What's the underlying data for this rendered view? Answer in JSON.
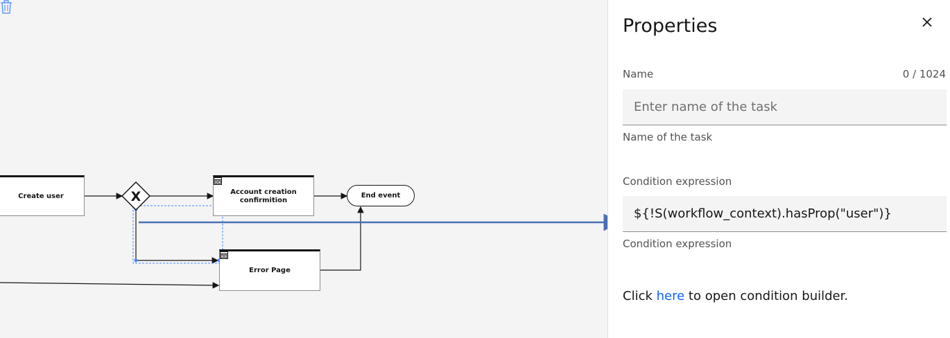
{
  "canvas": {
    "nodes": {
      "create_user": "Create user",
      "account_creation": "Account creation confirmition",
      "error_page": "Error Page",
      "end_event": "End event"
    },
    "gateway_symbol": "X",
    "icons": [
      "task-icon",
      "trash-icon",
      "arrow-right-icon"
    ]
  },
  "panel": {
    "title": "Properties",
    "close_icon": "close-icon",
    "name_field": {
      "label": "Name",
      "counter": "0 / 1024",
      "placeholder": "Enter name of the task",
      "value": "",
      "helper": "Name of the task"
    },
    "condition_field": {
      "label": "Condition expression",
      "value": "${!S(workflow_context).hasProp(\"user\")}",
      "helper": "Condition expression"
    },
    "builder_text": {
      "before": "Click ",
      "link": "here",
      "after": " to open condition builder."
    }
  },
  "colors": {
    "accent": "#0f62fe",
    "annotation_arrow": "#4a6fb5",
    "selection": "#4589ff"
  }
}
